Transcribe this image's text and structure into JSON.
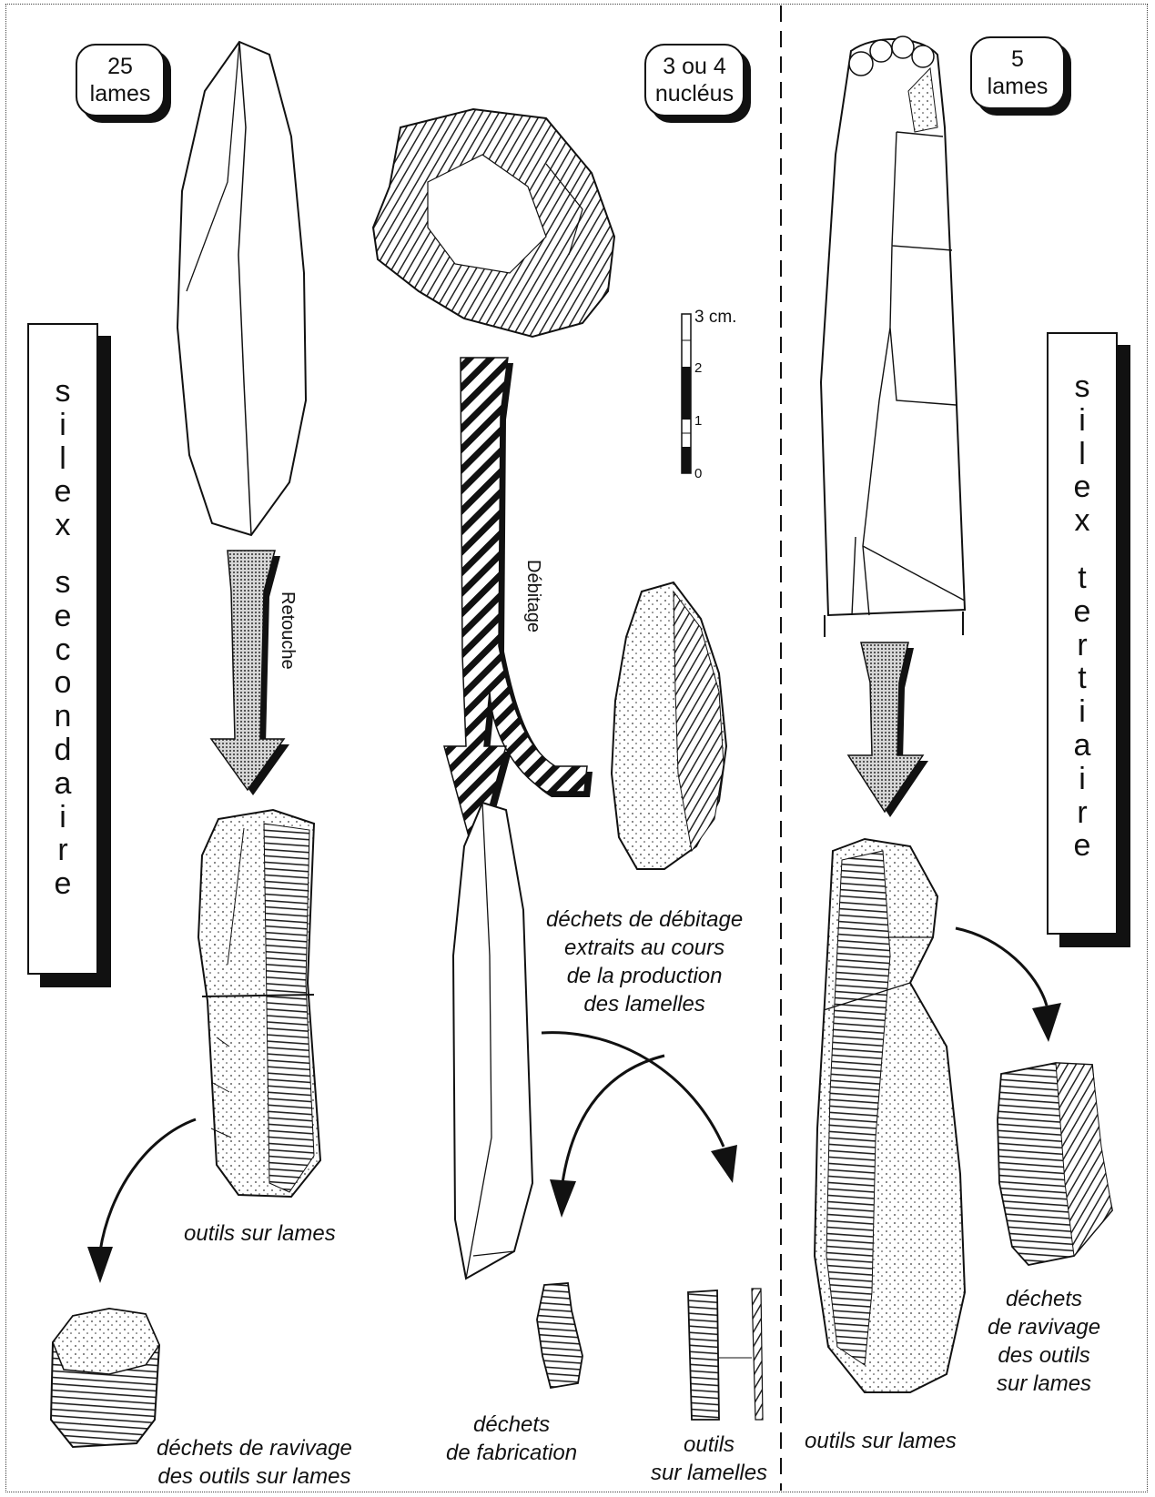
{
  "badges": {
    "left": {
      "line1": "25",
      "line2": "lames"
    },
    "center": {
      "line1": "3 ou 4",
      "line2": "nucléus"
    },
    "right": {
      "line1": "5",
      "line2": "lames"
    }
  },
  "vertical_labels": {
    "left": {
      "word1": [
        "s",
        "i",
        "l",
        "e",
        "x"
      ],
      "word2": [
        "s",
        "e",
        "c",
        "o",
        "n",
        "d",
        "a",
        "i",
        "r",
        "e"
      ]
    },
    "right": {
      "word1": [
        "s",
        "i",
        "l",
        "e",
        "x"
      ],
      "word2": [
        "t",
        "e",
        "r",
        "t",
        "i",
        "a",
        "i",
        "r",
        "e"
      ]
    }
  },
  "arrow_labels": {
    "retouche": "Retouche",
    "debitage": "Débitage"
  },
  "scale": {
    "top": "3 cm.",
    "t2": "2",
    "t1": "1",
    "t0": "0"
  },
  "captions": {
    "outils_lames_left": "outils sur lames",
    "ravivage_left_1": "déchets de ravivage",
    "ravivage_left_2": "des outils sur lames",
    "debitage_1": "déchets de débitage",
    "debitage_2": "extraits au cours",
    "debitage_3": "de la production",
    "debitage_4": "des lamelles",
    "fabrication_1": "déchets",
    "fabrication_2": "de fabrication",
    "lamelles_1": "outils",
    "lamelles_2": "sur lamelles",
    "outils_lames_right": "outils sur lames",
    "ravivage_right_1": "déchets",
    "ravivage_right_2": "de ravivage",
    "ravivage_right_3": "des outils",
    "ravivage_right_4": "sur lames"
  }
}
